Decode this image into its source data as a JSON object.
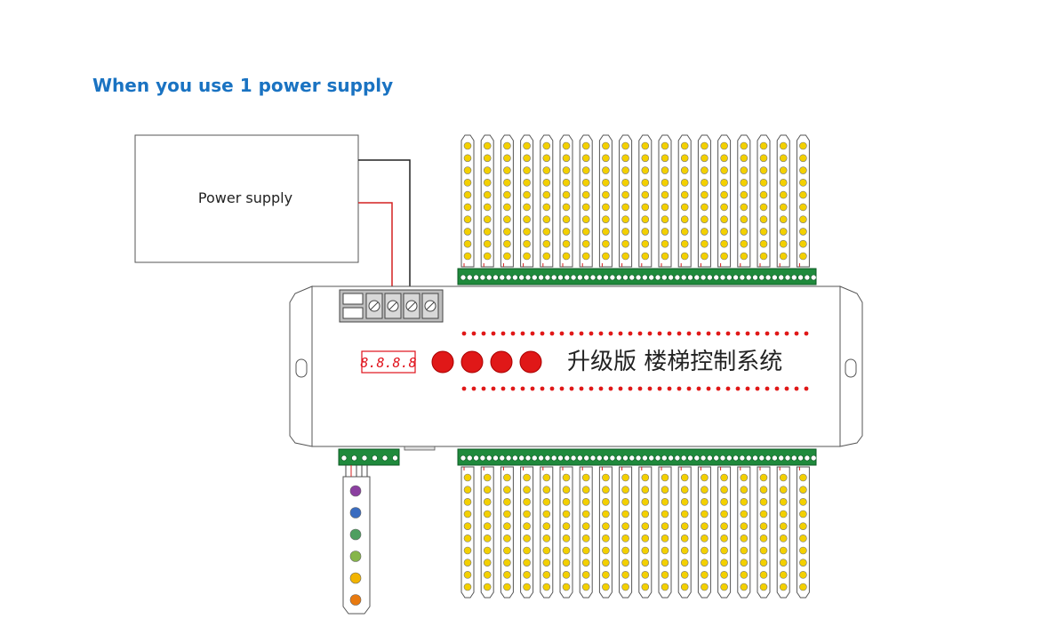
{
  "heading": "When you use 1 power supply",
  "power_supply": {
    "label": "Power supply"
  },
  "controller": {
    "display_text": "8.8.8.8",
    "title_text": "升级版 楼梯控制系统",
    "button_count": 4
  },
  "strips": {
    "top_count": 18,
    "bottom_count": 18,
    "leds_per_strip": 10,
    "led_color": "#f3d000"
  },
  "sensor_strip": {
    "led_colors": [
      "#8b3fa0",
      "#3a6cc0",
      "#4e9f60",
      "#86b54a",
      "#f2b400",
      "#e87a10"
    ]
  },
  "colors": {
    "heading": "#1a73c2",
    "wire_positive": "#d42020",
    "wire_negative": "#222222",
    "terminal_green": "#1f8a3c",
    "button_red": "#e01818"
  }
}
